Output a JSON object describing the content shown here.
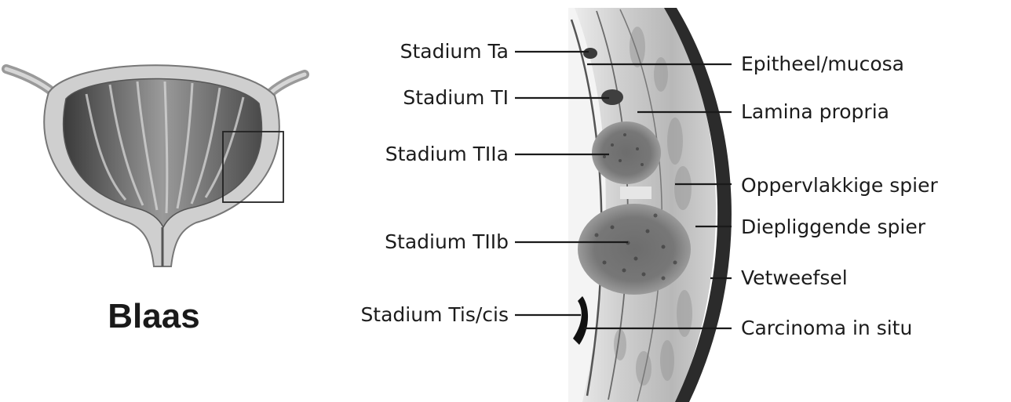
{
  "overview": {
    "title": "Blaas"
  },
  "stages": [
    {
      "id": "ta",
      "label": "Stadium Ta"
    },
    {
      "id": "t1",
      "label": "Stadium TI"
    },
    {
      "id": "t2a",
      "label": "Stadium TIIa"
    },
    {
      "id": "t2b",
      "label": "Stadium TIIb"
    },
    {
      "id": "tis",
      "label": "Stadium Tis/cis"
    }
  ],
  "layers": [
    {
      "id": "epitheel",
      "label": "Epitheel/mucosa"
    },
    {
      "id": "lamina",
      "label": "Lamina propria"
    },
    {
      "id": "oppervlakkig",
      "label": "Oppervlakkige spier"
    },
    {
      "id": "diep",
      "label": "Diepliggende spier"
    },
    {
      "id": "vet",
      "label": "Vetweefsel"
    },
    {
      "id": "cis",
      "label": "Carcinoma in situ"
    }
  ],
  "colors": {
    "wall_tissue": "#d9d9d9",
    "muscle_dark": "#4a4a4a",
    "serosa": "#2a2a2a",
    "tumor": "#5a5a5a",
    "line": "#1a1a1a"
  }
}
